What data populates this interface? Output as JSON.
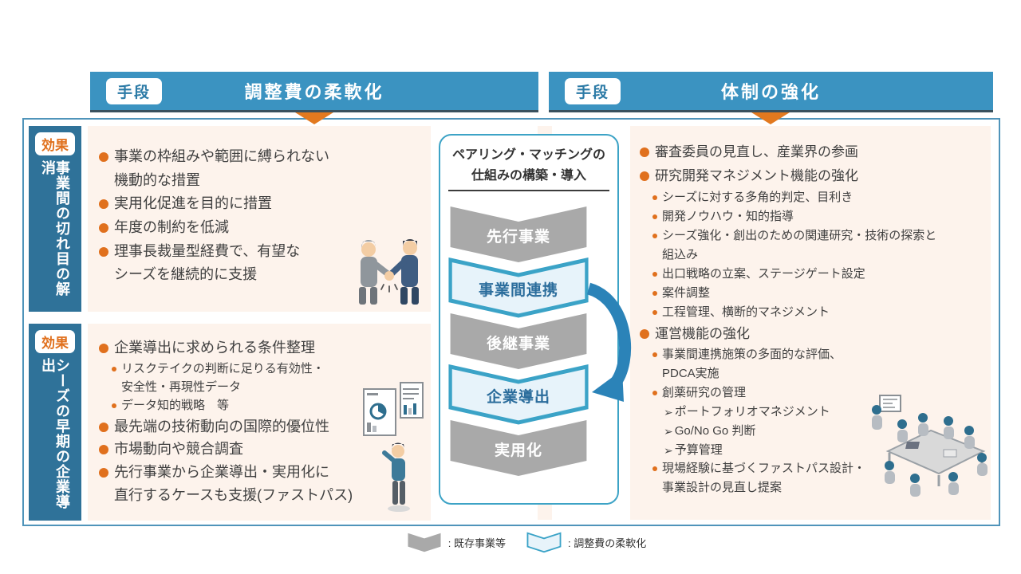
{
  "slide": {
    "headers": [
      {
        "badge": "手段",
        "title": "調整費の柔軟化"
      },
      {
        "badge": "手段",
        "title": "体制の強化"
      }
    ],
    "effects": [
      {
        "badge": "効果",
        "label": "事業間の切れ目の解消"
      },
      {
        "badge": "効果",
        "label": "シーズの早期の企業導出"
      }
    ],
    "panel_flex_top": {
      "items": [
        {
          "level": 1,
          "text": "事業の枠組みや範囲に縛られない\n機動的な措置"
        },
        {
          "level": 1,
          "text": "実用化促進を目的に措置"
        },
        {
          "level": 1,
          "text": "年度の制約を低減"
        },
        {
          "level": 1,
          "text": "理事長裁量型経費で、有望な\nシーズを継続的に支援"
        }
      ]
    },
    "panel_flex_bottom": {
      "items": [
        {
          "level": 1,
          "text": "企業導出に求められる条件整理"
        },
        {
          "level": 2,
          "text": "リスクテイクの判断に足りる有効性・\n安全性・再現性データ"
        },
        {
          "level": 2,
          "text": "データ知的戦略　等"
        },
        {
          "level": 1,
          "text": "最先端の技術動向の国際的優位性"
        },
        {
          "level": 1,
          "text": "市場動向や競合調査"
        },
        {
          "level": 1,
          "text": "先行事業から企業導出・実用化に\n直行するケースも支援(ファストパス)"
        }
      ]
    },
    "panel_structure": {
      "items": [
        {
          "level": 1,
          "text": "審査委員の見直し、産業界の参画"
        },
        {
          "level": 1,
          "text": "研究開発マネジメント機能の強化"
        },
        {
          "level": 2,
          "text": "シーズに対する多角的判定、目利き"
        },
        {
          "level": 2,
          "text": "開発ノウハウ・知的指導"
        },
        {
          "level": 2,
          "text": "シーズ強化・創出のための関連研究・技術の探索と\n組込み"
        },
        {
          "level": 2,
          "text": "出口戦略の立案、ステージゲート設定"
        },
        {
          "level": 2,
          "text": "案件調整"
        },
        {
          "level": 2,
          "text": "工程管理、横断的マネジメント"
        },
        {
          "level": 1,
          "text": "運営機能の強化"
        },
        {
          "level": 2,
          "text": "事業間連携施策の多面的な評価、\nPDCA実施"
        },
        {
          "level": 2,
          "text": "創薬研究の管理"
        },
        {
          "level": 3,
          "text": "ポートフォリオマネジメント"
        },
        {
          "level": 3,
          "text": "Go/No Go 判断"
        },
        {
          "level": 3,
          "text": "予算管理"
        },
        {
          "level": 2,
          "text": "現場経験に基づくファストパス設計・\n事業設計の見直し提案"
        }
      ]
    },
    "markers": {
      "l3": "➢"
    },
    "flow": {
      "title": "ペアリング・マッチングの\n仕組みの構築・導入",
      "steps": [
        {
          "label": "先行事業",
          "type": "existing"
        },
        {
          "label": "事業間連携",
          "type": "flex"
        },
        {
          "label": "後継事業",
          "type": "existing"
        },
        {
          "label": "企業導出",
          "type": "flex"
        },
        {
          "label": "実用化",
          "type": "existing"
        }
      ]
    },
    "legend": [
      {
        "type": "existing",
        "label": ": 既存事業等"
      },
      {
        "type": "flex",
        "label": ": 調整費の柔軟化"
      }
    ],
    "colors": {
      "header_blue": "#3b93c1",
      "sidebar_blue": "#2f7299",
      "means_badge_text": "#2b7aa6",
      "effect_badge_text": "#e0701d",
      "panel_cream": "#fdf3ec",
      "bullet_orange": "#e0701d",
      "down_arrow_orange": "#e2791f",
      "step_gray": "#a9a9a9",
      "step_flex_fill": "#e7f3fa",
      "step_flex_border": "#3ba3c7",
      "step_flex_text": "#2b6d9c",
      "curve_arrow_blue": "#2b83b8",
      "container_border": "#4f94ba",
      "text_dark": "#404040"
    }
  }
}
